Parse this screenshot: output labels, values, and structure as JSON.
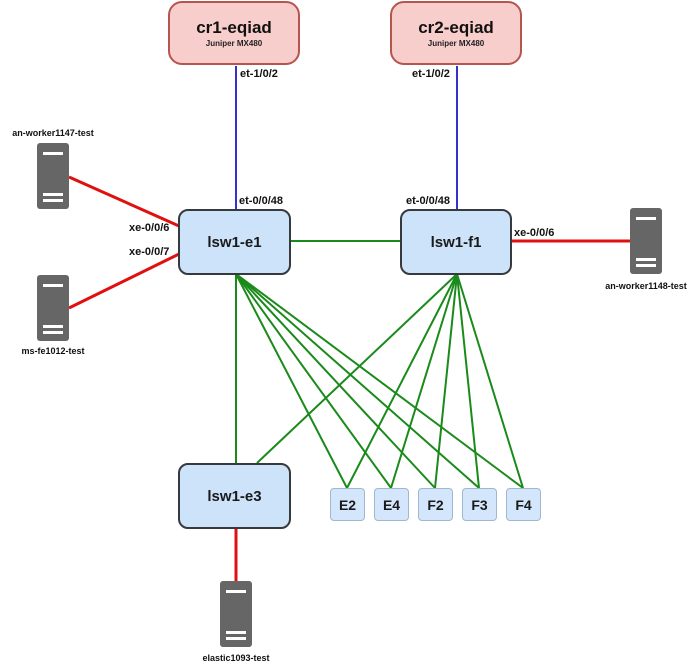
{
  "colors": {
    "uplink": "#3333cc",
    "switch_link": "#1a8a1a",
    "host_link": "#e01010",
    "router_fill": "#f8cecc",
    "router_border": "#b85450",
    "switch_fill": "#cce3fa",
    "server_fill": "#666666"
  },
  "routers": [
    {
      "name": "cr1-eqiad",
      "model": "Juniper MX480"
    },
    {
      "name": "cr2-eqiad",
      "model": "Juniper MX480"
    }
  ],
  "switches": [
    {
      "name": "lsw1-e1"
    },
    {
      "name": "lsw1-f1"
    },
    {
      "name": "lsw1-e3"
    }
  ],
  "ports": [
    "E2",
    "E4",
    "F2",
    "F3",
    "F4"
  ],
  "hosts": [
    {
      "name": "an-worker1147-test",
      "port": "xe-0/0/6",
      "switch": "lsw1-e1"
    },
    {
      "name": "ms-fe1012-test",
      "port": "xe-0/0/7",
      "switch": "lsw1-e1"
    },
    {
      "name": "an-worker1148-test",
      "port": "xe-0/0/6",
      "switch": "lsw1-f1"
    },
    {
      "name": "elastic1093-test",
      "port": "",
      "switch": "lsw1-e3"
    }
  ],
  "uplinks": [
    {
      "router": "cr1-eqiad",
      "router_port": "et-1/0/2",
      "switch": "lsw1-e1",
      "switch_port": "et-0/0/48"
    },
    {
      "router": "cr2-eqiad",
      "router_port": "et-1/0/2",
      "switch": "lsw1-f1",
      "switch_port": "et-0/0/48"
    }
  ]
}
